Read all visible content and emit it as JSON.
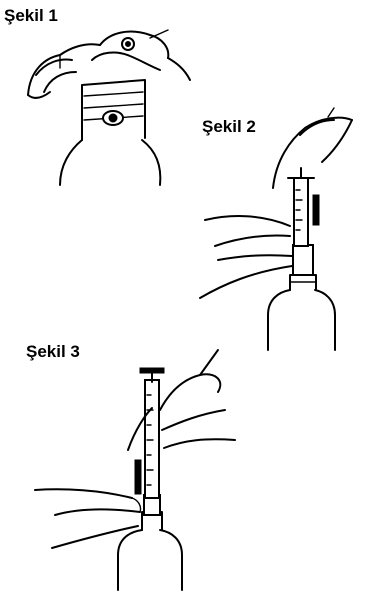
{
  "figures": [
    {
      "id": "fig1",
      "caption": "Şekil 1"
    },
    {
      "id": "fig2",
      "caption": "Şekil 2"
    },
    {
      "id": "fig3",
      "caption": "Şekil 3"
    }
  ]
}
